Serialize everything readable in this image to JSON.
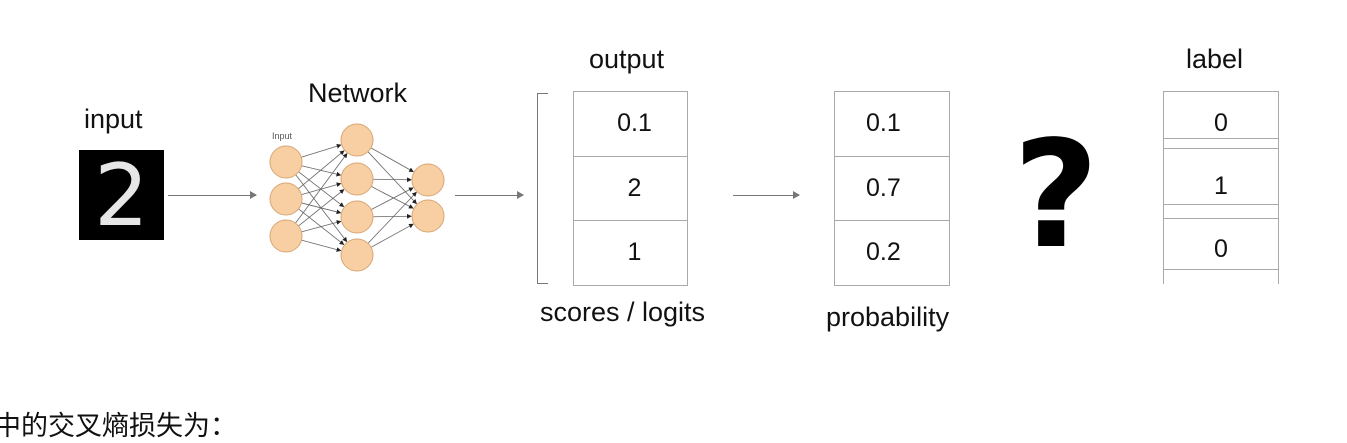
{
  "labels": {
    "input": "input",
    "network": "Network",
    "network_input_layer": "Input",
    "output": "output",
    "label": "label",
    "scores": "scores / logits",
    "probability": "probability"
  },
  "digit": "2",
  "question_mark": "?",
  "scores": [
    "0.1",
    "2",
    "1"
  ],
  "probabilities": [
    "0.1",
    "0.7",
    "0.2"
  ],
  "one_hot_label": [
    "0",
    "1",
    "0"
  ],
  "footer_text": "中的交叉熵损失为："
}
